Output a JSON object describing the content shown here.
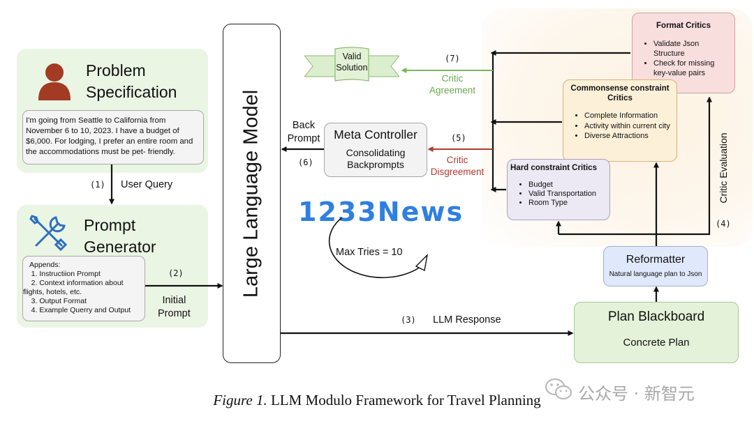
{
  "problem_spec": {
    "title": "Problem\nSpecification",
    "text": "I'm going from Seattle to California from November 6 to 10, 2023. I have a budget of $6,000. For lodging, I prefer an entire room and the accommodations must be pet-   friendly."
  },
  "user_query": {
    "step": "(1)",
    "label": "User Query"
  },
  "prompt_generator": {
    "title": "Prompt\nGenerator",
    "appends_title": "Appends:",
    "items": [
      "    1. Instructiion Prompt",
      "    2. Context information about",
      "flights, hotels, etc.",
      "    3. Output Format",
      "    4. Example Querry and Output"
    ]
  },
  "initial_prompt": {
    "step": "(2)",
    "label": "Initial\nPrompt"
  },
  "llm": {
    "label": "Large Language Model"
  },
  "llm_response": {
    "step": "(3)",
    "label": "LLM Response"
  },
  "valid_solution": {
    "label": "Valid\nSolution"
  },
  "critic_agreement": {
    "step": "(7)",
    "label": "Critic\nAgreement"
  },
  "back_prompt": {
    "label": "Back\nPrompt",
    "step": "(6)"
  },
  "meta_controller": {
    "title": "Meta Controller",
    "subtitle": "Consolidating\nBackprompts"
  },
  "critic_disagreement": {
    "step": "(5)",
    "label": "Critic\nDisgreement"
  },
  "max_tries": {
    "label": "Max Tries = 10"
  },
  "watermark": {
    "text": "1233News"
  },
  "format_critics": {
    "title": "Format Critics",
    "items": [
      "Validate Json Structure",
      "Check for missing key-value pairs"
    ]
  },
  "commonsense_critics": {
    "title": "Commonsense constraint\nCritics",
    "items": [
      "Complete Information",
      "Activity within current city",
      "Diverse Attractions"
    ]
  },
  "hard_critics": {
    "title": "Hard constraint Critics",
    "items": [
      "Budget",
      "Valid Transportation",
      "Room Type"
    ]
  },
  "critic_evaluation": {
    "label": "Critic Evaluation",
    "step": "(4)"
  },
  "reformatter": {
    "title": "Reformatter",
    "subtitle": "Natural language plan to Json"
  },
  "plan_blackboard": {
    "title": "Plan Blackboard",
    "subtitle": "Concrete Plan"
  },
  "caption": {
    "figure": "Figure 1.",
    "text": " LLM Modulo Framework for Travel Planning"
  },
  "wechat": {
    "text": "公众号 · 新智元"
  },
  "colors": {
    "green_panel": "#eaf5e4",
    "critic_agreement": "#6aa84f",
    "critic_disagreement": "#b03a2e",
    "format_critics": "#f9dede",
    "commonsense": "#fdf0d8",
    "hard_constraint": "#ece8f4",
    "reformatter": "#dfe9fb",
    "plan_blackboard": "#e3f2d8",
    "watermark": "#2f7fe0"
  }
}
